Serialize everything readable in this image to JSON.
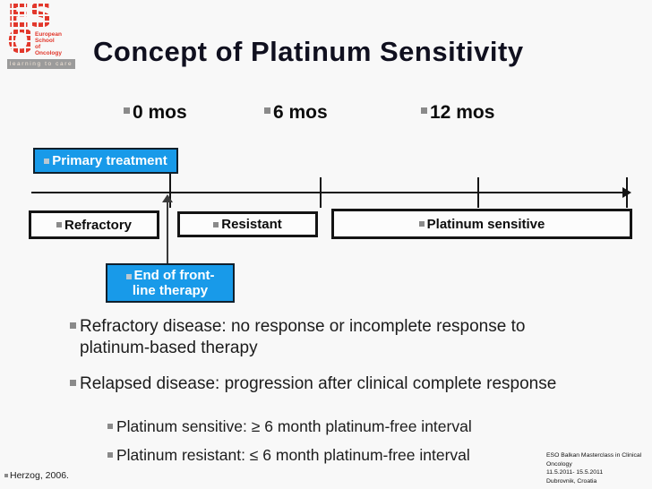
{
  "logo": {
    "letters_top": "ES",
    "letter_bottom": "O",
    "org_line1": "European",
    "org_line2": "School",
    "org_line3": "of",
    "org_line4": "Oncology",
    "tagline": "learning to care",
    "brand_red": "#e2372b",
    "tagline_gray": "#9b9b9b"
  },
  "slide": {
    "title": "Concept of Platinum Sensitivity",
    "accent_blue": "#189ae9"
  },
  "timeline": {
    "milestones": [
      {
        "label": "0 mos"
      },
      {
        "label": "6 mos"
      },
      {
        "label": "12 mos"
      }
    ],
    "primary_treatment_label": "Primary treatment",
    "end_front_line_line1": "End of front-",
    "end_front_line_line2": "line therapy",
    "phases": [
      {
        "label": "Refractory"
      },
      {
        "label": "Resistant"
      },
      {
        "label": "Platinum sensitive"
      }
    ]
  },
  "definitions": [
    {
      "text": "Refractory disease: no response or incomplete response to platinum-based therapy"
    },
    {
      "text": "Relapsed disease: progression after clinical complete response"
    },
    {
      "text": "Platinum sensitive: ≥ 6 month platinum-free interval"
    },
    {
      "text": "Platinum resistant: ≤ 6 month platinum-free interval"
    }
  ],
  "footer": {
    "citation": "Herzog, 2006.",
    "event_line1": "ESO Balkan Masterclass in Clinical",
    "event_line2": "Oncology",
    "event_line3": "11.5.2011- 15.5.2011",
    "event_line4": "Dubrovnik, Croatia"
  }
}
